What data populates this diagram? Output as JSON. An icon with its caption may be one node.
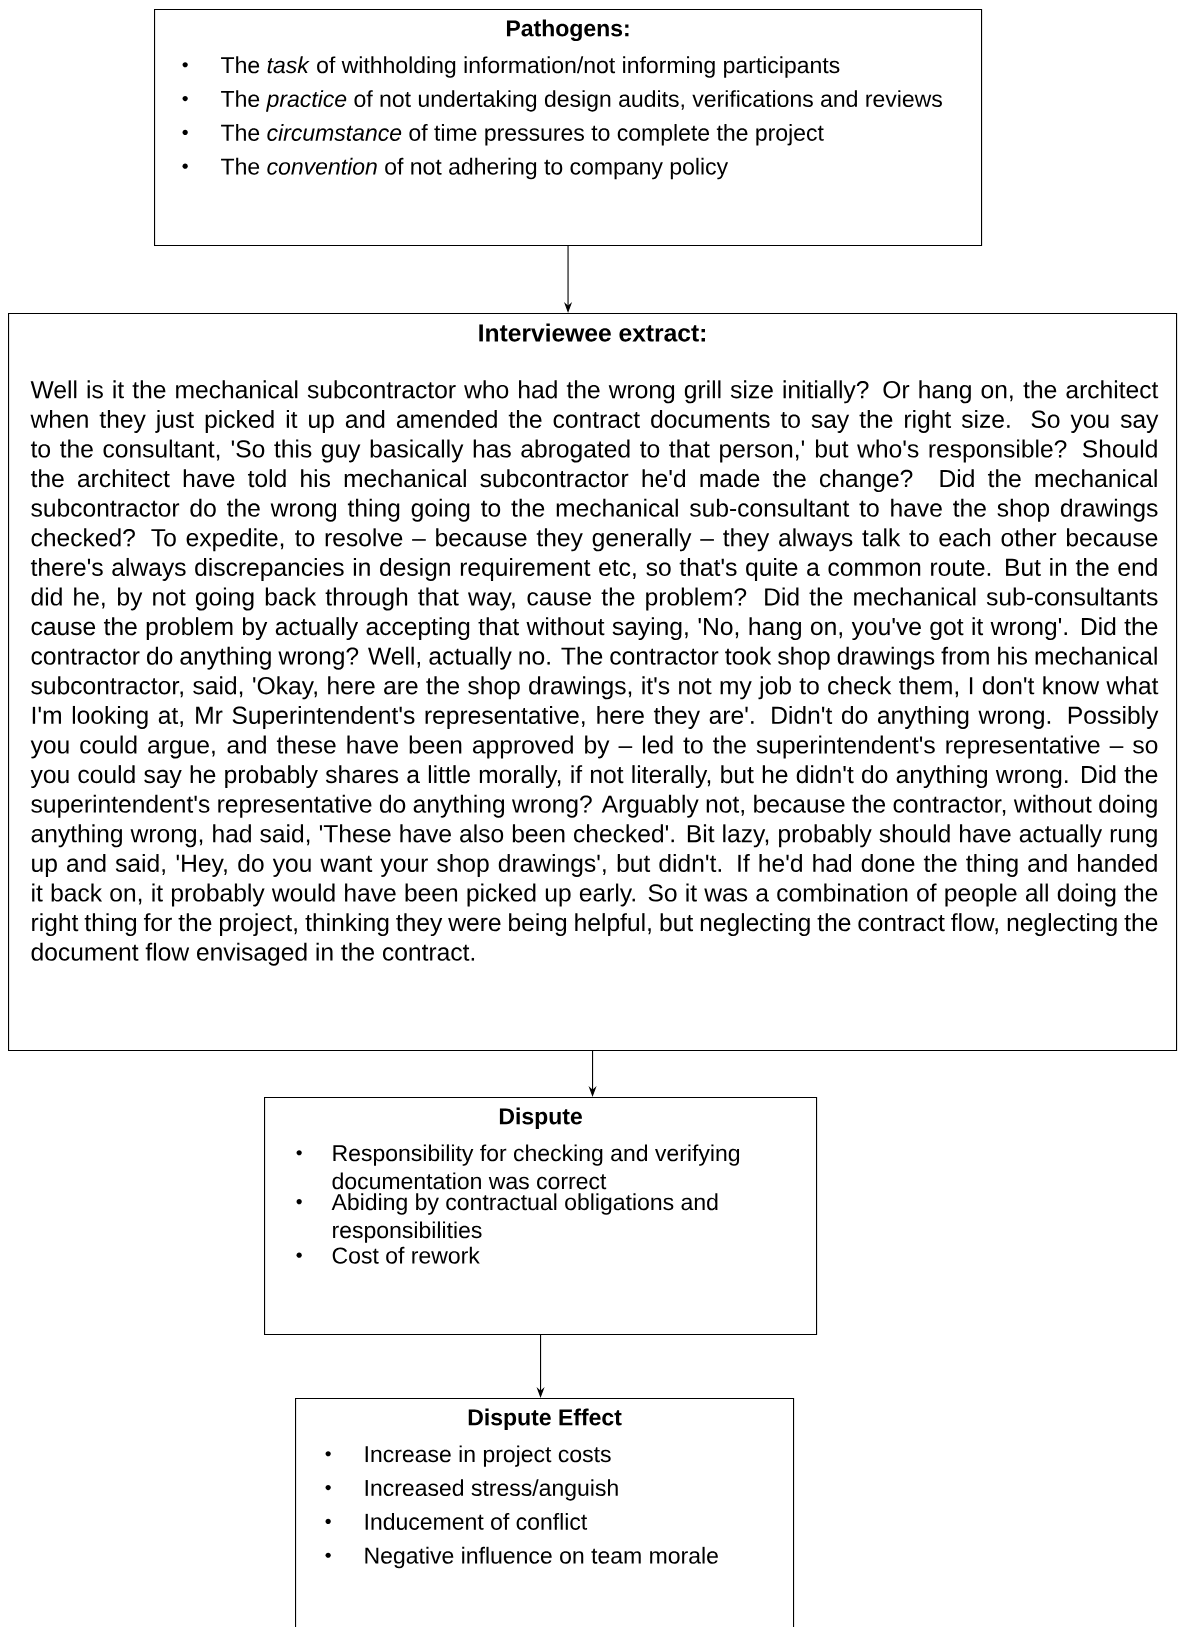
{
  "diagram": {
    "nodes": [
      {
        "text": [
          "Pathogens:",
          "The *task* of withholding information/not informing participants",
          "The *practice* of not undertaking design audits, verifications and reviews",
          "The *circumstance* of time pressures to complete the project",
          "The *convention* of not adhering to company policy"
        ]
      },
      {
        "text": [
          "Interviewee extract:",
          "Well is it the mechanical subcontractor who had the wrong grill size initially?  Or hang on, the architect when they just picked it up and amended the contract documents to say the right size.  So you say to the consultant, 'So this guy basically has abrogated to that person,' but who's responsible?  Should the architect have told his mechanical subcontractor he'd made the change?  Did the mechanical subcontractor do the wrong thing going to the mechanical sub-consultant to have the shop drawings checked?  To expedite, to resolve – because they generally – they always talk to each other because there's always discrepancies in design requirement etc, so that's quite a common route.  But in the end did he, by not going back through that way, cause the problem?  Did the mechanical sub-consultants cause the problem by actually accepting that without saying, 'No, hang on, you've got it wrong'.  Did the contractor do anything wrong?  Well, actually no.  The contractor took shop drawings from his mechanical subcontractor, said, 'Okay, here are the shop drawings, it's not my job to check them, I don't know what I'm looking at, Mr Superintendent's representative, here they are'.  Didn't do anything wrong.  Possibly you could argue, and these have been approved by – led to the superintendent's representative – so you could say he probably shares a little morally, if not literally, but he didn't do anything wrong.  Did the superintendent's representative do anything wrong?  Arguably not, because the contractor, without doing anything wrong, had said, 'These have also been checked'.  Bit lazy, probably should have actually rung up and said, 'Hey, do you want your shop drawings', but didn't.  If he'd had done the thing and handed it back on, it probably would have been picked up early.  So it was a combination of people all doing the right thing for the project, thinking they were being helpful, but neglecting the contract flow, neglecting the document flow envisaged in the contract."
        ]
      },
      {
        "text": [
          "Dispute",
          "Responsibility for checking and verifying documentation was correct",
          "Abiding by contractual obligations and responsibilities",
          "Cost of rework"
        ]
      },
      {
        "text": [
          "Dispute Effect",
          "Increase in project costs",
          "Increased stress/anguish",
          "Inducement of conflict",
          "Negative influence on team morale"
        ]
      }
    ],
    "edges": [
      {
        "from": 0,
        "to": 1,
        "arrow": "to"
      },
      {
        "from": 1,
        "to": 2,
        "arrow": "to"
      },
      {
        "from": 2,
        "to": 3,
        "arrow": "to"
      }
    ]
  }
}
